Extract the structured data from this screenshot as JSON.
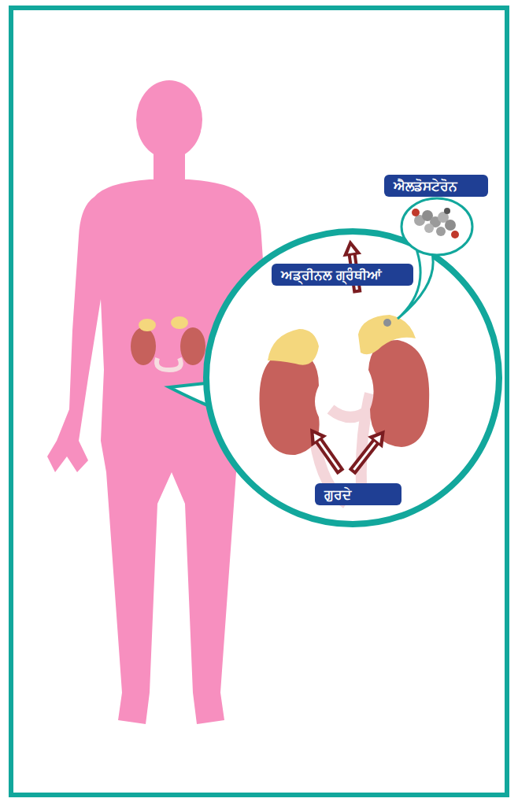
{
  "diagram": {
    "nodes": [
      {
        "text": [
          "ਐਲਡੋਸਟੇਰੋਨ"
        ]
      },
      {
        "text": [
          "ਅਡ੍ਰੀਨਲ ਗ੍ਰੰਥੀਆਂ"
        ]
      },
      {
        "text": [
          "ਗੁਰਦੇ"
        ]
      }
    ]
  }
}
